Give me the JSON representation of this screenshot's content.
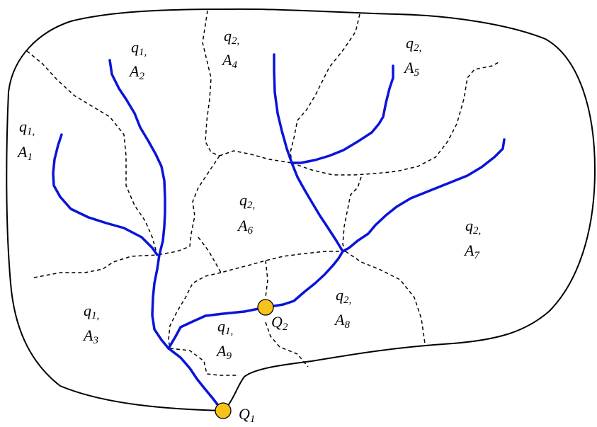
{
  "subbasins": [
    {
      "q": "q",
      "q_sub": "1,",
      "a": "A",
      "a_sub": "1"
    },
    {
      "q": "q",
      "q_sub": "1,",
      "a": "A",
      "a_sub": "2"
    },
    {
      "q": "q",
      "q_sub": "1,",
      "a": "A",
      "a_sub": "3"
    },
    {
      "q": "q",
      "q_sub": "2,",
      "a": "A",
      "a_sub": "4"
    },
    {
      "q": "q",
      "q_sub": "2,",
      "a": "A",
      "a_sub": "5"
    },
    {
      "q": "q",
      "q_sub": "2,",
      "a": "A",
      "a_sub": "6"
    },
    {
      "q": "q",
      "q_sub": "2,",
      "a": "A",
      "a_sub": "7"
    },
    {
      "q": "q",
      "q_sub": "2,",
      "a": "A",
      "a_sub": "8"
    },
    {
      "q": "q",
      "q_sub": "1,",
      "a": "A",
      "a_sub": "9"
    }
  ],
  "outlets": [
    {
      "label": "Q",
      "sub": "1"
    },
    {
      "label": "Q",
      "sub": "2"
    }
  ],
  "colors": {
    "stream": "#0a14d8",
    "outlet": "#f7c21a",
    "boundary": "#000000"
  }
}
